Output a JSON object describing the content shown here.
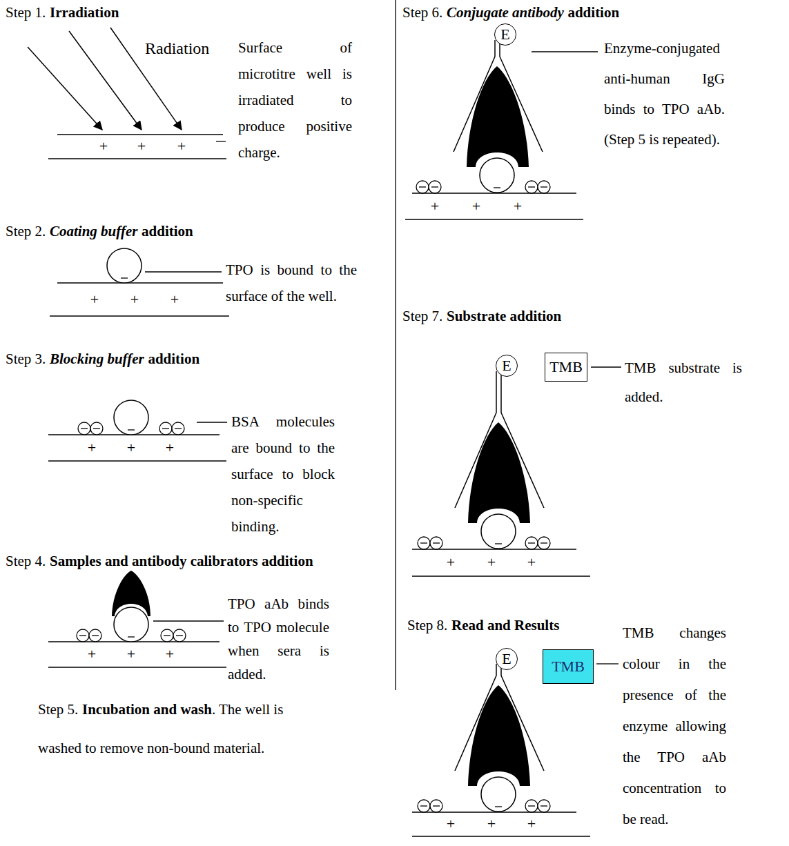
{
  "diagram": {
    "nodes": [
      {
        "text": [
          "E"
        ]
      },
      {
        "text": [
          "E"
        ]
      },
      {
        "text": [
          "TMB"
        ]
      },
      {
        "text": [
          "E"
        ]
      },
      {
        "text": [
          "TMB"
        ]
      }
    ],
    "labels": [
      "Step 1.",
      "Irradiation",
      "Radiation",
      "Surface of microtitre well is irradiated to produce positive charge.",
      "+",
      "+",
      "+",
      "Step 2.",
      "Coating buffer",
      "addition",
      "TPO is bound to the surface of the well.",
      "+",
      "+",
      "+",
      "Step 3.",
      "Blocking buffer",
      "addition",
      "BSA molecules are bound to the surface to block non-specific binding.",
      "+",
      "+",
      "+",
      "Step 4.",
      "Samples and antibody calibrators addition",
      "TPO aAb binds to TPO molecule when sera is added.",
      "+",
      "+",
      "+",
      "Step 5.",
      "Incubation and wash",
      ". The well is washed to remove non-bound material.",
      "Step 6.",
      "Conjugate antibody",
      "addition",
      "Enzyme-conjugated anti-human IgG binds to TPO aAb. (Step 5 is repeated).",
      "+",
      "+",
      "+",
      "Step 7.",
      "Substrate addition",
      "TMB substrate is added.",
      "+",
      "+",
      "+",
      "Step 8.",
      "Read and Results",
      "TMB changes colour in the presence of the enzyme allowing the TPO aAb concentration to be read.",
      "+",
      "+",
      "+"
    ]
  }
}
